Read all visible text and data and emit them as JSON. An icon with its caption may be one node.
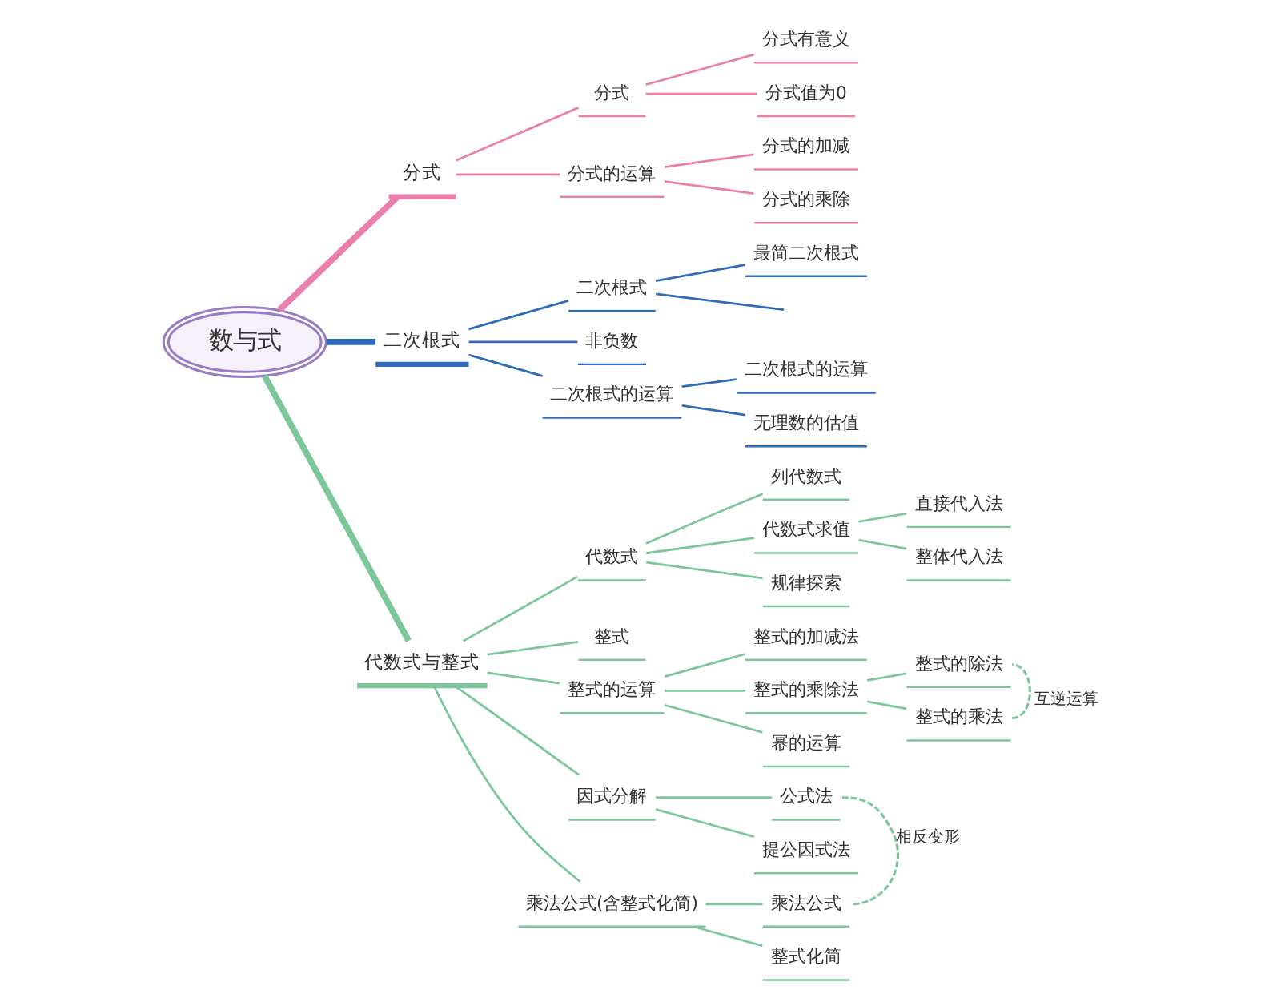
{
  "diagram": {
    "nodes": [
      {
        "text": [
          "数与式"
        ]
      },
      {
        "text": [
          "分式"
        ]
      },
      {
        "text": [
          "分式"
        ]
      },
      {
        "text": [
          "分式有意义"
        ]
      },
      {
        "text": [
          "分式值为0"
        ]
      },
      {
        "text": [
          "分式的运算"
        ]
      },
      {
        "text": [
          "分式的加减"
        ]
      },
      {
        "text": [
          "分式的乘除"
        ]
      },
      {
        "text": [
          "二次根式"
        ]
      },
      {
        "text": [
          "二次根式"
        ]
      },
      {
        "text": [
          "最简二次根式"
        ]
      },
      {
        "text": [
          "非负数"
        ]
      },
      {
        "text": [
          "二次根式的运算"
        ]
      },
      {
        "text": [
          "二次根式的运算"
        ]
      },
      {
        "text": [
          "无理数的估值"
        ]
      },
      {
        "text": [
          "代数式与整式"
        ]
      },
      {
        "text": [
          "代数式"
        ]
      },
      {
        "text": [
          "列代数式"
        ]
      },
      {
        "text": [
          "代数式求值"
        ]
      },
      {
        "text": [
          "直接代入法"
        ]
      },
      {
        "text": [
          "整体代入法"
        ]
      },
      {
        "text": [
          "规律探索"
        ]
      },
      {
        "text": [
          "整式"
        ]
      },
      {
        "text": [
          "整式的运算"
        ]
      },
      {
        "text": [
          "整式的加减法"
        ]
      },
      {
        "text": [
          "整式的乘除法"
        ]
      },
      {
        "text": [
          "整式的除法"
        ]
      },
      {
        "text": [
          "整式的乘法"
        ]
      },
      {
        "text": [
          "幂的运算"
        ]
      },
      {
        "text": [
          "因式分解"
        ]
      },
      {
        "text": [
          "公式法"
        ]
      },
      {
        "text": [
          "提公因式法"
        ]
      },
      {
        "text": [
          "乘法公式(含整式化简)"
        ]
      },
      {
        "text": [
          "乘法公式"
        ]
      },
      {
        "text": [
          "整式化简"
        ]
      }
    ],
    "edges": [
      {
        "from": 0,
        "to": 1,
        "arrow": "none",
        "style": "thick",
        "color": "#ea7fae"
      },
      {
        "from": 1,
        "to": 2,
        "arrow": "none",
        "color": "#ea7fae"
      },
      {
        "from": 2,
        "to": 3,
        "arrow": "none",
        "color": "#ea7fae"
      },
      {
        "from": 2,
        "to": 4,
        "arrow": "none",
        "color": "#ea7fae"
      },
      {
        "from": 1,
        "to": 5,
        "arrow": "none",
        "color": "#ea7fae"
      },
      {
        "from": 5,
        "to": 6,
        "arrow": "none",
        "color": "#ea7fae"
      },
      {
        "from": 5,
        "to": 7,
        "arrow": "none",
        "color": "#ea7fae"
      },
      {
        "from": 0,
        "to": 8,
        "arrow": "none",
        "style": "thick",
        "color": "#2e6bb8"
      },
      {
        "from": 8,
        "to": 9,
        "arrow": "none",
        "color": "#2e6bb8"
      },
      {
        "from": 9,
        "to": null,
        "arrow": "none",
        "color": "#2e6bb8"
      },
      {
        "from": 9,
        "to": 10,
        "arrow": "none",
        "color": "#2e6bb8"
      },
      {
        "from": 8,
        "to": 11,
        "arrow": "none",
        "color": "#2e6bb8"
      },
      {
        "from": 8,
        "to": 12,
        "arrow": "none",
        "color": "#2e6bb8"
      },
      {
        "from": 12,
        "to": 13,
        "arrow": "none",
        "color": "#2e6bb8"
      },
      {
        "from": 12,
        "to": 14,
        "arrow": "none",
        "color": "#2e6bb8"
      },
      {
        "from": 0,
        "to": 15,
        "arrow": "none",
        "style": "thick"
      },
      {
        "from": 15,
        "to": 16,
        "arrow": "none"
      },
      {
        "from": 16,
        "to": 17,
        "arrow": "none"
      },
      {
        "from": 16,
        "to": 18,
        "arrow": "none"
      },
      {
        "from": 18,
        "to": 19,
        "arrow": "none"
      },
      {
        "from": 18,
        "to": 20,
        "arrow": "none"
      },
      {
        "from": 16,
        "to": 21,
        "arrow": "none"
      },
      {
        "from": 15,
        "to": 22,
        "arrow": "none"
      },
      {
        "from": 15,
        "to": 23,
        "arrow": "none"
      },
      {
        "from": 23,
        "to": 24,
        "arrow": "none"
      },
      {
        "from": 23,
        "to": 25,
        "arrow": "none"
      },
      {
        "from": 25,
        "to": 26,
        "arrow": "none"
      },
      {
        "from": 25,
        "to": 27,
        "arrow": "none"
      },
      {
        "from": 23,
        "to": 28,
        "arrow": "none"
      },
      {
        "from": 15,
        "to": 29,
        "arrow": "none"
      },
      {
        "from": 29,
        "to": 30,
        "arrow": "none"
      },
      {
        "from": 29,
        "to": 31,
        "arrow": "none"
      },
      {
        "from": 15,
        "to": 32,
        "arrow": "none"
      },
      {
        "from": 32,
        "to": 33,
        "arrow": "none"
      },
      {
        "from": 32,
        "to": 34,
        "arrow": "none"
      },
      {
        "from": 30,
        "to": 33,
        "arrow": "none",
        "style": "dashed",
        "label": "相反变形"
      },
      {
        "from": 26,
        "to": 27,
        "arrow": "none",
        "style": "dashed",
        "label": "互逆运算"
      }
    ]
  }
}
